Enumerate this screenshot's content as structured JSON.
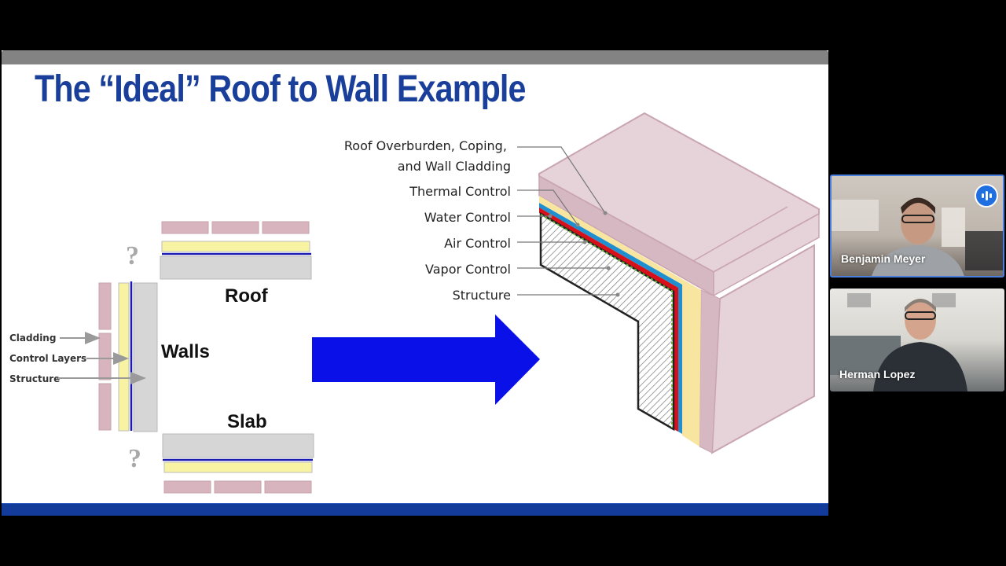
{
  "slide": {
    "title": "The “Ideal” Roof to Wall Example",
    "left_diagram": {
      "labels": {
        "roof": "Roof",
        "walls": "Walls",
        "slab": "Slab",
        "question_top": "?",
        "question_bottom": "?"
      },
      "callouts": [
        "Cladding",
        "Control Layers",
        "Structure"
      ]
    },
    "right_diagram": {
      "callouts": [
        {
          "line1": "Roof Overburden, Coping,",
          "line2": "and Wall Cladding"
        },
        {
          "line1": "Thermal Control"
        },
        {
          "line1": "Water Control"
        },
        {
          "line1": "Air Control"
        },
        {
          "line1": "Vapor Control"
        },
        {
          "line1": "Structure"
        }
      ]
    },
    "colors": {
      "title": "#1a3f9a",
      "arrow": "#0a10e8",
      "cladding": "#d8b4bf",
      "control_layer": "#f7f3a2",
      "membrane": "#1b1bb0",
      "structure": "#d6d6d6",
      "thermal": "#f8e6a0",
      "water": "#1f8fd0",
      "air": "#d7101a",
      "vapor": "#6cb33e"
    }
  },
  "participants": [
    {
      "name": "Benjamin Meyer",
      "speaking": true
    },
    {
      "name": "Herman Lopez",
      "speaking": false
    }
  ]
}
